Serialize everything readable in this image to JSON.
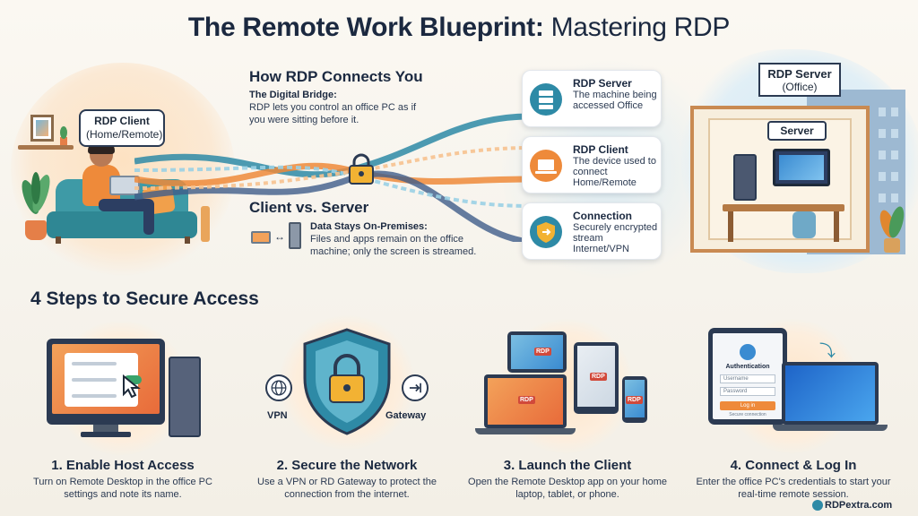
{
  "title": {
    "bold": "The Remote Work Blueprint:",
    "rest": " Mastering RDP"
  },
  "left_scene": {
    "client_tag_title": "RDP Client",
    "client_tag_sub": "(Home/Remote)"
  },
  "connect": {
    "heading": "How RDP Connects You",
    "bridge_title": "The Digital Bridge:",
    "bridge_desc": "RDP lets you control an office PC as if you were sitting before it."
  },
  "client_vs_server": {
    "heading": "Client vs. Server",
    "arrow": "↔",
    "title": "Data Stays On-Premises:",
    "desc": "Files and apps remain on the office machine; only the screen is streamed."
  },
  "cards": [
    {
      "title": "RDP Server",
      "desc": "The machine being accessed Office"
    },
    {
      "title": "RDP Client",
      "desc": "The device used to connect Home/Remote"
    },
    {
      "title": "Connection",
      "desc": "Securely encrypted stream Internet/VPN"
    }
  ],
  "right_scene": {
    "sign_title": "RDP Server",
    "sign_sub": "(Office)",
    "server_tag": "Server"
  },
  "steps_heading": "4 Steps to Secure Access",
  "steps": [
    {
      "title": "1. Enable Host Access",
      "desc": "Turn on Remote Desktop in the office PC settings and note its name."
    },
    {
      "title": "2. Secure the Network",
      "desc": "Use a VPN or RD Gateway to protect the connection from the internet."
    },
    {
      "title": "3. Launch the Client",
      "desc": "Open the Remote Desktop app on your home laptop, tablet, or phone."
    },
    {
      "title": "4. Connect & Log In",
      "desc": "Enter the office PC's credentials to start your real-time remote session."
    }
  ],
  "step2_labels": {
    "vpn": "VPN",
    "gateway": "Gateway"
  },
  "rdp_label": "RDP",
  "auth": {
    "title": "Authentication",
    "username": "Username",
    "password": "Password",
    "login": "Log in",
    "secure": "Secure connection"
  },
  "brand": "RDPextra.com",
  "colors": {
    "navy": "#1b2940",
    "orange": "#ee8a3a",
    "teal": "#2e8aa6"
  }
}
